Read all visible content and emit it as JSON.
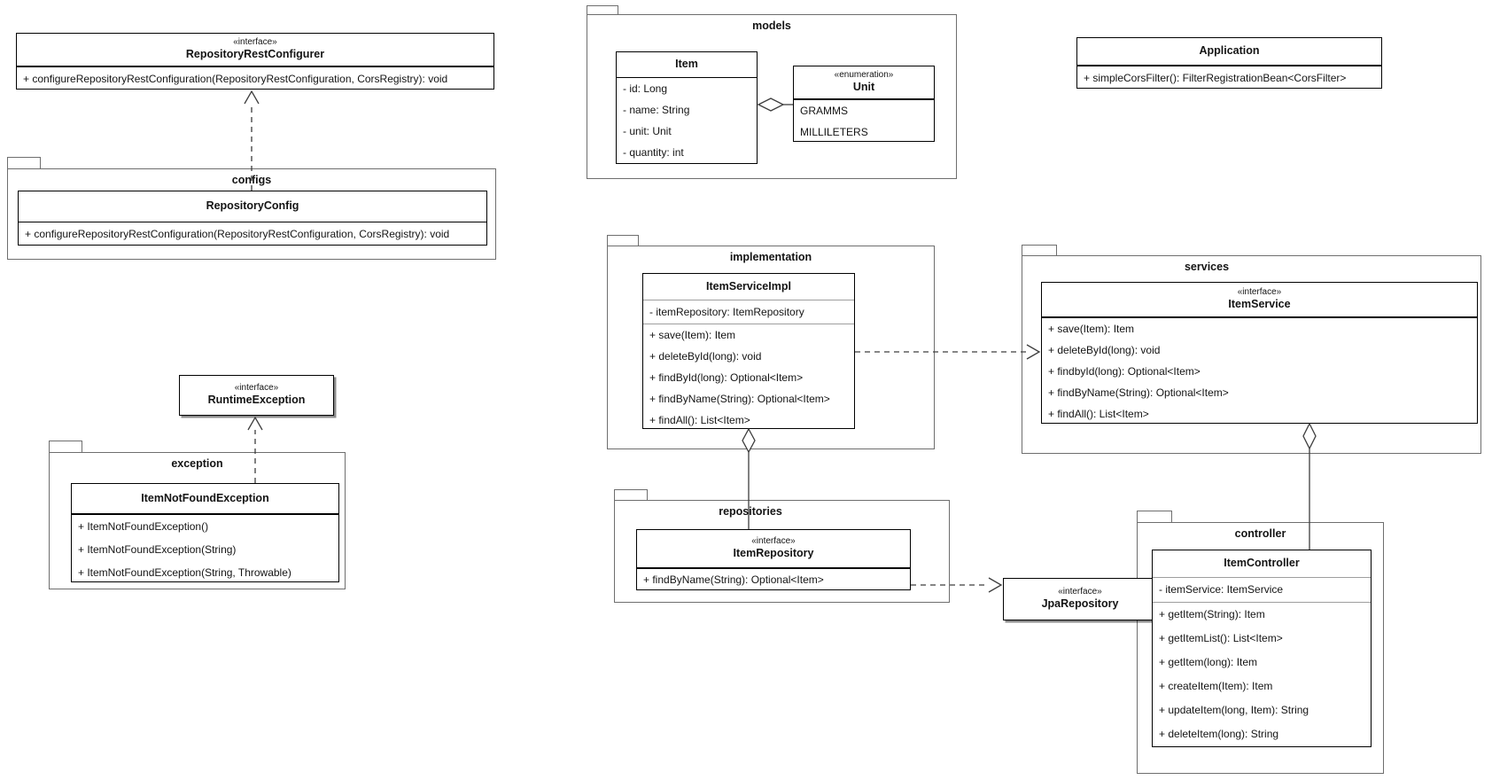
{
  "packages": {
    "configs": {
      "label": "configs"
    },
    "exception": {
      "label": "exception"
    },
    "models": {
      "label": "models"
    },
    "implementation": {
      "label": "implementation"
    },
    "services": {
      "label": "services"
    },
    "repositories": {
      "label": "repositories"
    },
    "controller": {
      "label": "controller"
    }
  },
  "classes": {
    "repositoryRestConfigurer": {
      "stereotype": "«interface»",
      "name": "RepositoryRestConfigurer",
      "methods": [
        "+ configureRepositoryRestConfiguration(RepositoryRestConfiguration, CorsRegistry): void"
      ]
    },
    "repositoryConfig": {
      "name": "RepositoryConfig",
      "methods": [
        "+ configureRepositoryRestConfiguration(RepositoryRestConfiguration, CorsRegistry): void"
      ]
    },
    "runtimeException": {
      "stereotype": "«interface»",
      "name": "RuntimeException"
    },
    "itemNotFoundException": {
      "name": "ItemNotFoundException",
      "methods": [
        "+ ItemNotFoundException()",
        "+ ItemNotFoundException(String)",
        "+ ItemNotFoundException(String, Throwable)"
      ]
    },
    "item": {
      "name": "Item",
      "attributes": [
        "- id: Long",
        "- name: String",
        "- unit: Unit",
        "- quantity: int"
      ]
    },
    "unit": {
      "stereotype": "«enumeration»",
      "name": "Unit",
      "values": [
        "GRAMMS",
        "MILLILETERS"
      ]
    },
    "application": {
      "name": "Application",
      "methods": [
        "+ simpleCorsFilter(): FilterRegistrationBean<CorsFilter>"
      ]
    },
    "itemServiceImpl": {
      "name": "ItemServiceImpl",
      "attributes": [
        "- itemRepository: ItemRepository"
      ],
      "methods": [
        "+ save(Item): Item",
        "+ deleteById(long): void",
        "+ findById(long): Optional<Item>",
        "+ findByName(String): Optional<Item>",
        "+ findAll(): List<Item>"
      ]
    },
    "itemService": {
      "stereotype": "«interface»",
      "name": "ItemService",
      "methods": [
        "+ save(Item): Item",
        "+ deleteById(long): void",
        "+ findbyId(long): Optional<Item>",
        "+ findByName(String): Optional<Item>",
        "+ findAll(): List<Item>"
      ]
    },
    "itemRepository": {
      "stereotype": "«interface»",
      "name": "ItemRepository",
      "methods": [
        "+ findByName(String): Optional<Item>"
      ]
    },
    "jpaRepository": {
      "stereotype": "«interface»",
      "name": "JpaRepository"
    },
    "itemController": {
      "name": "ItemController",
      "attributes": [
        "- itemService: ItemService"
      ],
      "methods": [
        "+ getItem(String): Item",
        "+ getItemList(): List<Item>",
        "+ getItem(long): Item",
        "+ createItem(Item): Item",
        "+ updateItem(long, Item): String",
        "+ deleteItem(long): String"
      ]
    }
  },
  "relationships": [
    {
      "from": "RepositoryConfig",
      "to": "RepositoryRestConfigurer",
      "type": "realization",
      "style": "dashed, open arrowhead"
    },
    {
      "from": "ItemNotFoundException",
      "to": "RuntimeException",
      "type": "realization",
      "style": "dashed, open arrowhead"
    },
    {
      "from": "Item",
      "to": "Unit",
      "type": "aggregation",
      "style": "solid, hollow diamond at Item"
    },
    {
      "from": "ItemServiceImpl",
      "to": "ItemService",
      "type": "realization",
      "style": "dashed, open arrowhead"
    },
    {
      "from": "ItemServiceImpl",
      "to": "ItemRepository",
      "type": "aggregation",
      "style": "solid, hollow diamond at ItemServiceImpl"
    },
    {
      "from": "ItemRepository",
      "to": "JpaRepository",
      "type": "realization",
      "style": "dashed, open arrowhead"
    },
    {
      "from": "ItemService",
      "to": "ItemController",
      "type": "aggregation",
      "style": "solid, hollow diamond at ItemService"
    }
  ],
  "colors": {
    "background": "#ffffff",
    "class_border": "#000000",
    "package_border": "#6e6e6e",
    "text": "#141414",
    "connector": "#3d3d3d"
  }
}
